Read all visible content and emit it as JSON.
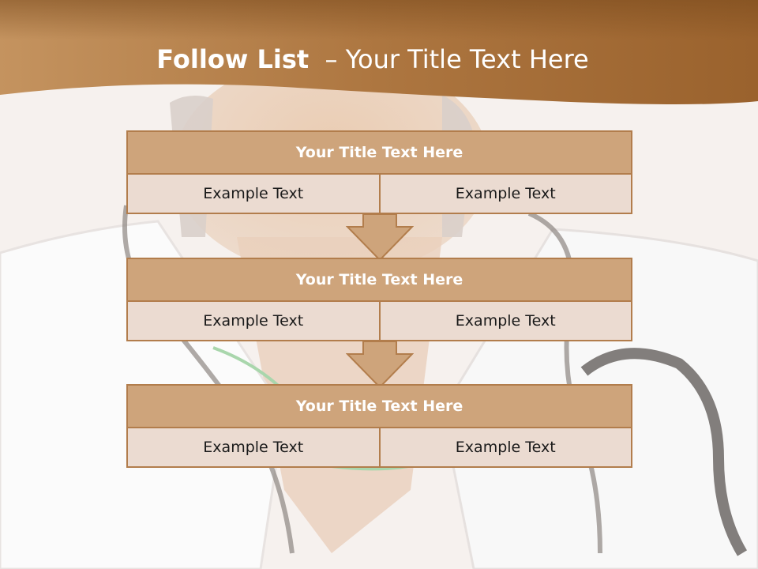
{
  "title": {
    "bold": "Follow List",
    "rest": "  – Your Title Text Here"
  },
  "steps": [
    {
      "title": "Your Title Text Here",
      "left": "Example Text",
      "right": "Example Text"
    },
    {
      "title": "Your Title Text Here",
      "left": "Example Text",
      "right": "Example Text"
    },
    {
      "title": "Your Title Text Here",
      "left": "Example Text",
      "right": "Example Text"
    }
  ],
  "colors": {
    "header": "#a66d35",
    "box_title": "#cea47b",
    "cell": "#ebdbd1",
    "border": "#b27d4c"
  },
  "background_image": "nurse-with-stethoscope"
}
